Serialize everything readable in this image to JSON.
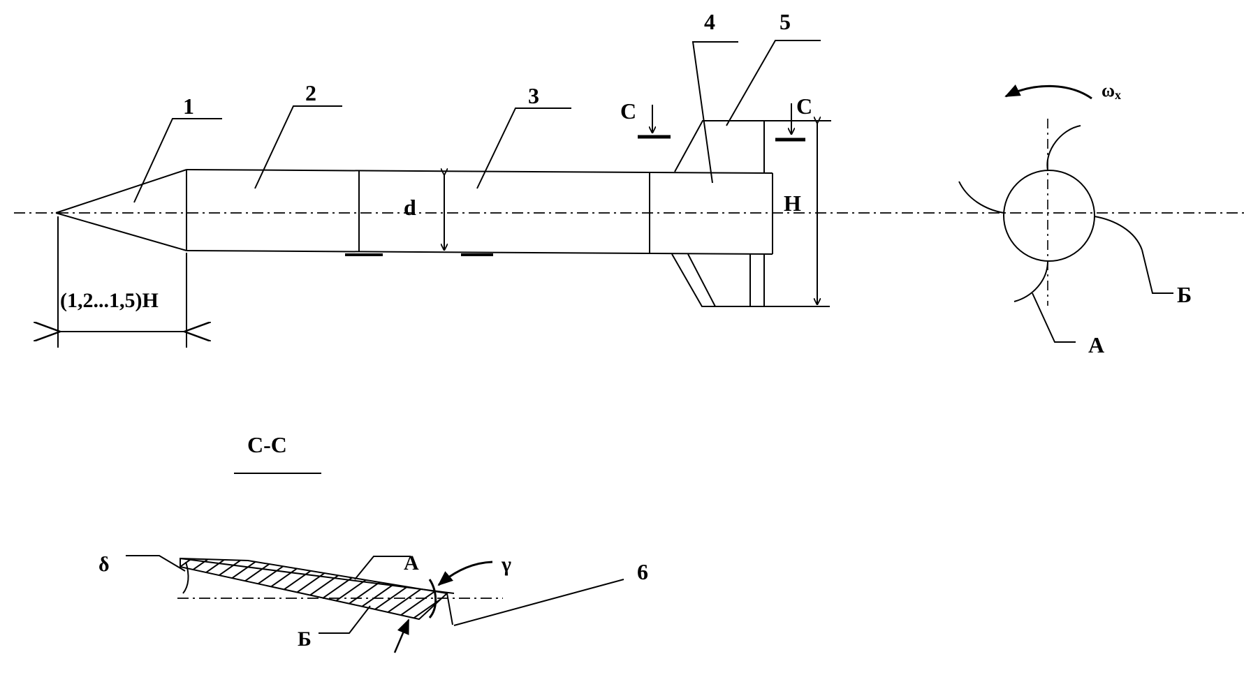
{
  "figure": {
    "labels": {
      "part_1": "1",
      "part_2": "2",
      "part_3": "3",
      "part_4": "4",
      "part_5": "5",
      "part_6": "6",
      "diameter": "d",
      "height": "H",
      "nose_length": "(1,2...1,5)H",
      "section_mark_left": "C",
      "section_mark_right": "C",
      "omega": "ω",
      "omega_sub": "x",
      "edge_a": "А",
      "edge_b": "Б",
      "section_title": "С-С",
      "section_edge_a": "А",
      "section_edge_b": "Б",
      "angle_delta": "δ",
      "angle_gamma": "γ"
    }
  }
}
